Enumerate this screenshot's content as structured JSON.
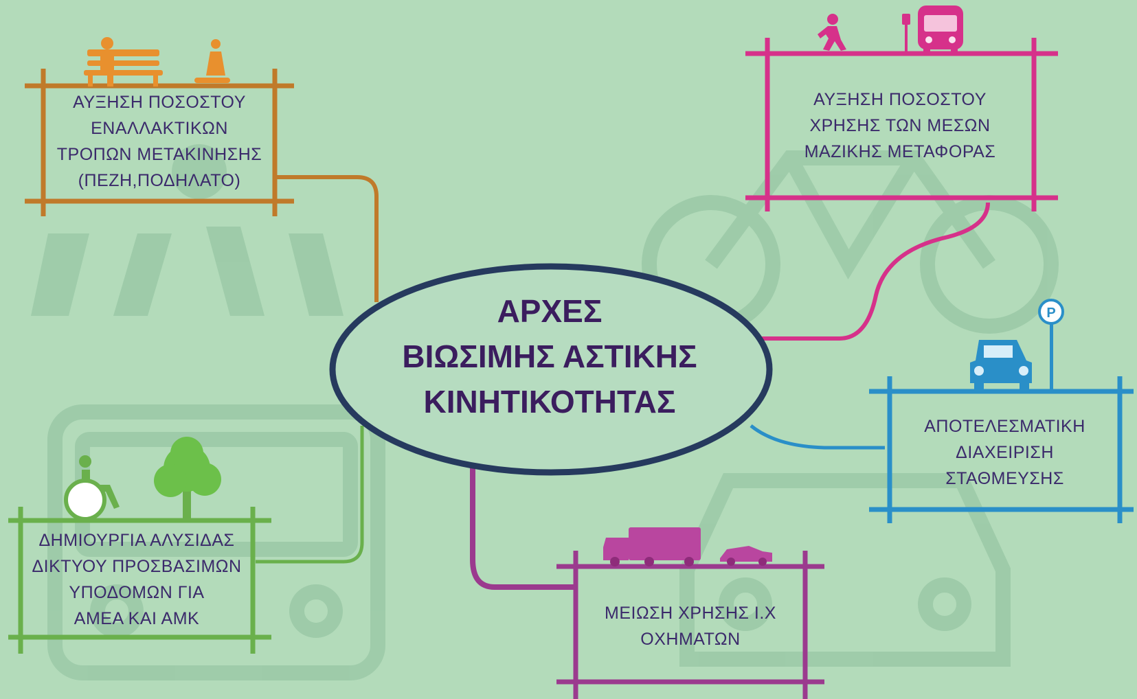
{
  "center": {
    "lines": [
      "ΑΡΧΕΣ",
      "ΒΙΩΣΙΜΗΣ ΑΣΤΙΚΗΣ",
      "ΚΙΝΗΤΙΚΟΤΗΤΑΣ"
    ]
  },
  "branches": [
    {
      "id": "alternative-modes",
      "color": "#c07a2a",
      "lines": [
        "ΑΥΞΗΣΗ ΠΟΣΟΣΤΟΥ",
        "ΕΝΑΛΛΑΚΤΙΚΩΝ",
        "ΤΡΟΠΩΝ ΜΕΤΑΚΙΝΗΣΗΣ",
        "(ΠΕΖΗ,ΠΟΔΗΛΑΤΟ)"
      ],
      "icons": [
        "bench-icon",
        "wheelchair-person-icon"
      ]
    },
    {
      "id": "public-transport",
      "color": "#d6318a",
      "lines": [
        "ΑΥΞΗΣΗ ΠΟΣΟΣΤΟΥ",
        "ΧΡΗΣΗΣ ΤΩΝ ΜΕΣΩΝ",
        "ΜΑΖΙΚΗΣ ΜΕΤΑΦΟΡΑΣ"
      ],
      "icons": [
        "pedestrian-icon",
        "bus-stop-icon",
        "bus-icon"
      ]
    },
    {
      "id": "parking",
      "color": "#2a8fc8",
      "lines": [
        "ΑΠΟΤΕΛΕΣΜΑΤΙΚΗ",
        "ΔΙΑΧΕΙΡΙΣΗ",
        "ΣΤΑΘΜΕΥΣΗΣ"
      ],
      "icons": [
        "car-icon",
        "parking-sign-icon"
      ],
      "parking_letter": "P"
    },
    {
      "id": "private-cars",
      "color": "#9b3a8e",
      "lines": [
        "ΜΕΙΩΣΗ ΧΡΗΣΗΣ Ι.Χ",
        "ΟΧΗΜΑΤΩΝ"
      ],
      "icons": [
        "truck-icon",
        "sports-car-icon"
      ]
    },
    {
      "id": "accessibility",
      "color": "#6ab04c",
      "lines": [
        "ΔΗΜΙΟΥΡΓΙΑ ΑΛΥΣΙΔΑΣ",
        "ΔΙΚΤΥΟΥ ΠΡΟΣΒΑΣΙΜΩΝ",
        "ΥΠΟΔΟΜΩΝ ΓΙΑ",
        "ΑΜΕΑ ΚΑΙ ΑΜΚ"
      ],
      "icons": [
        "wheelchair-icon",
        "tree-icon"
      ]
    }
  ],
  "colors": {
    "background": "#b3dbba",
    "watermark": "#9ccaa8",
    "center_stroke": "#263a5e",
    "center_text": "#3b1d5e",
    "label_text": "#3b2a6b"
  }
}
